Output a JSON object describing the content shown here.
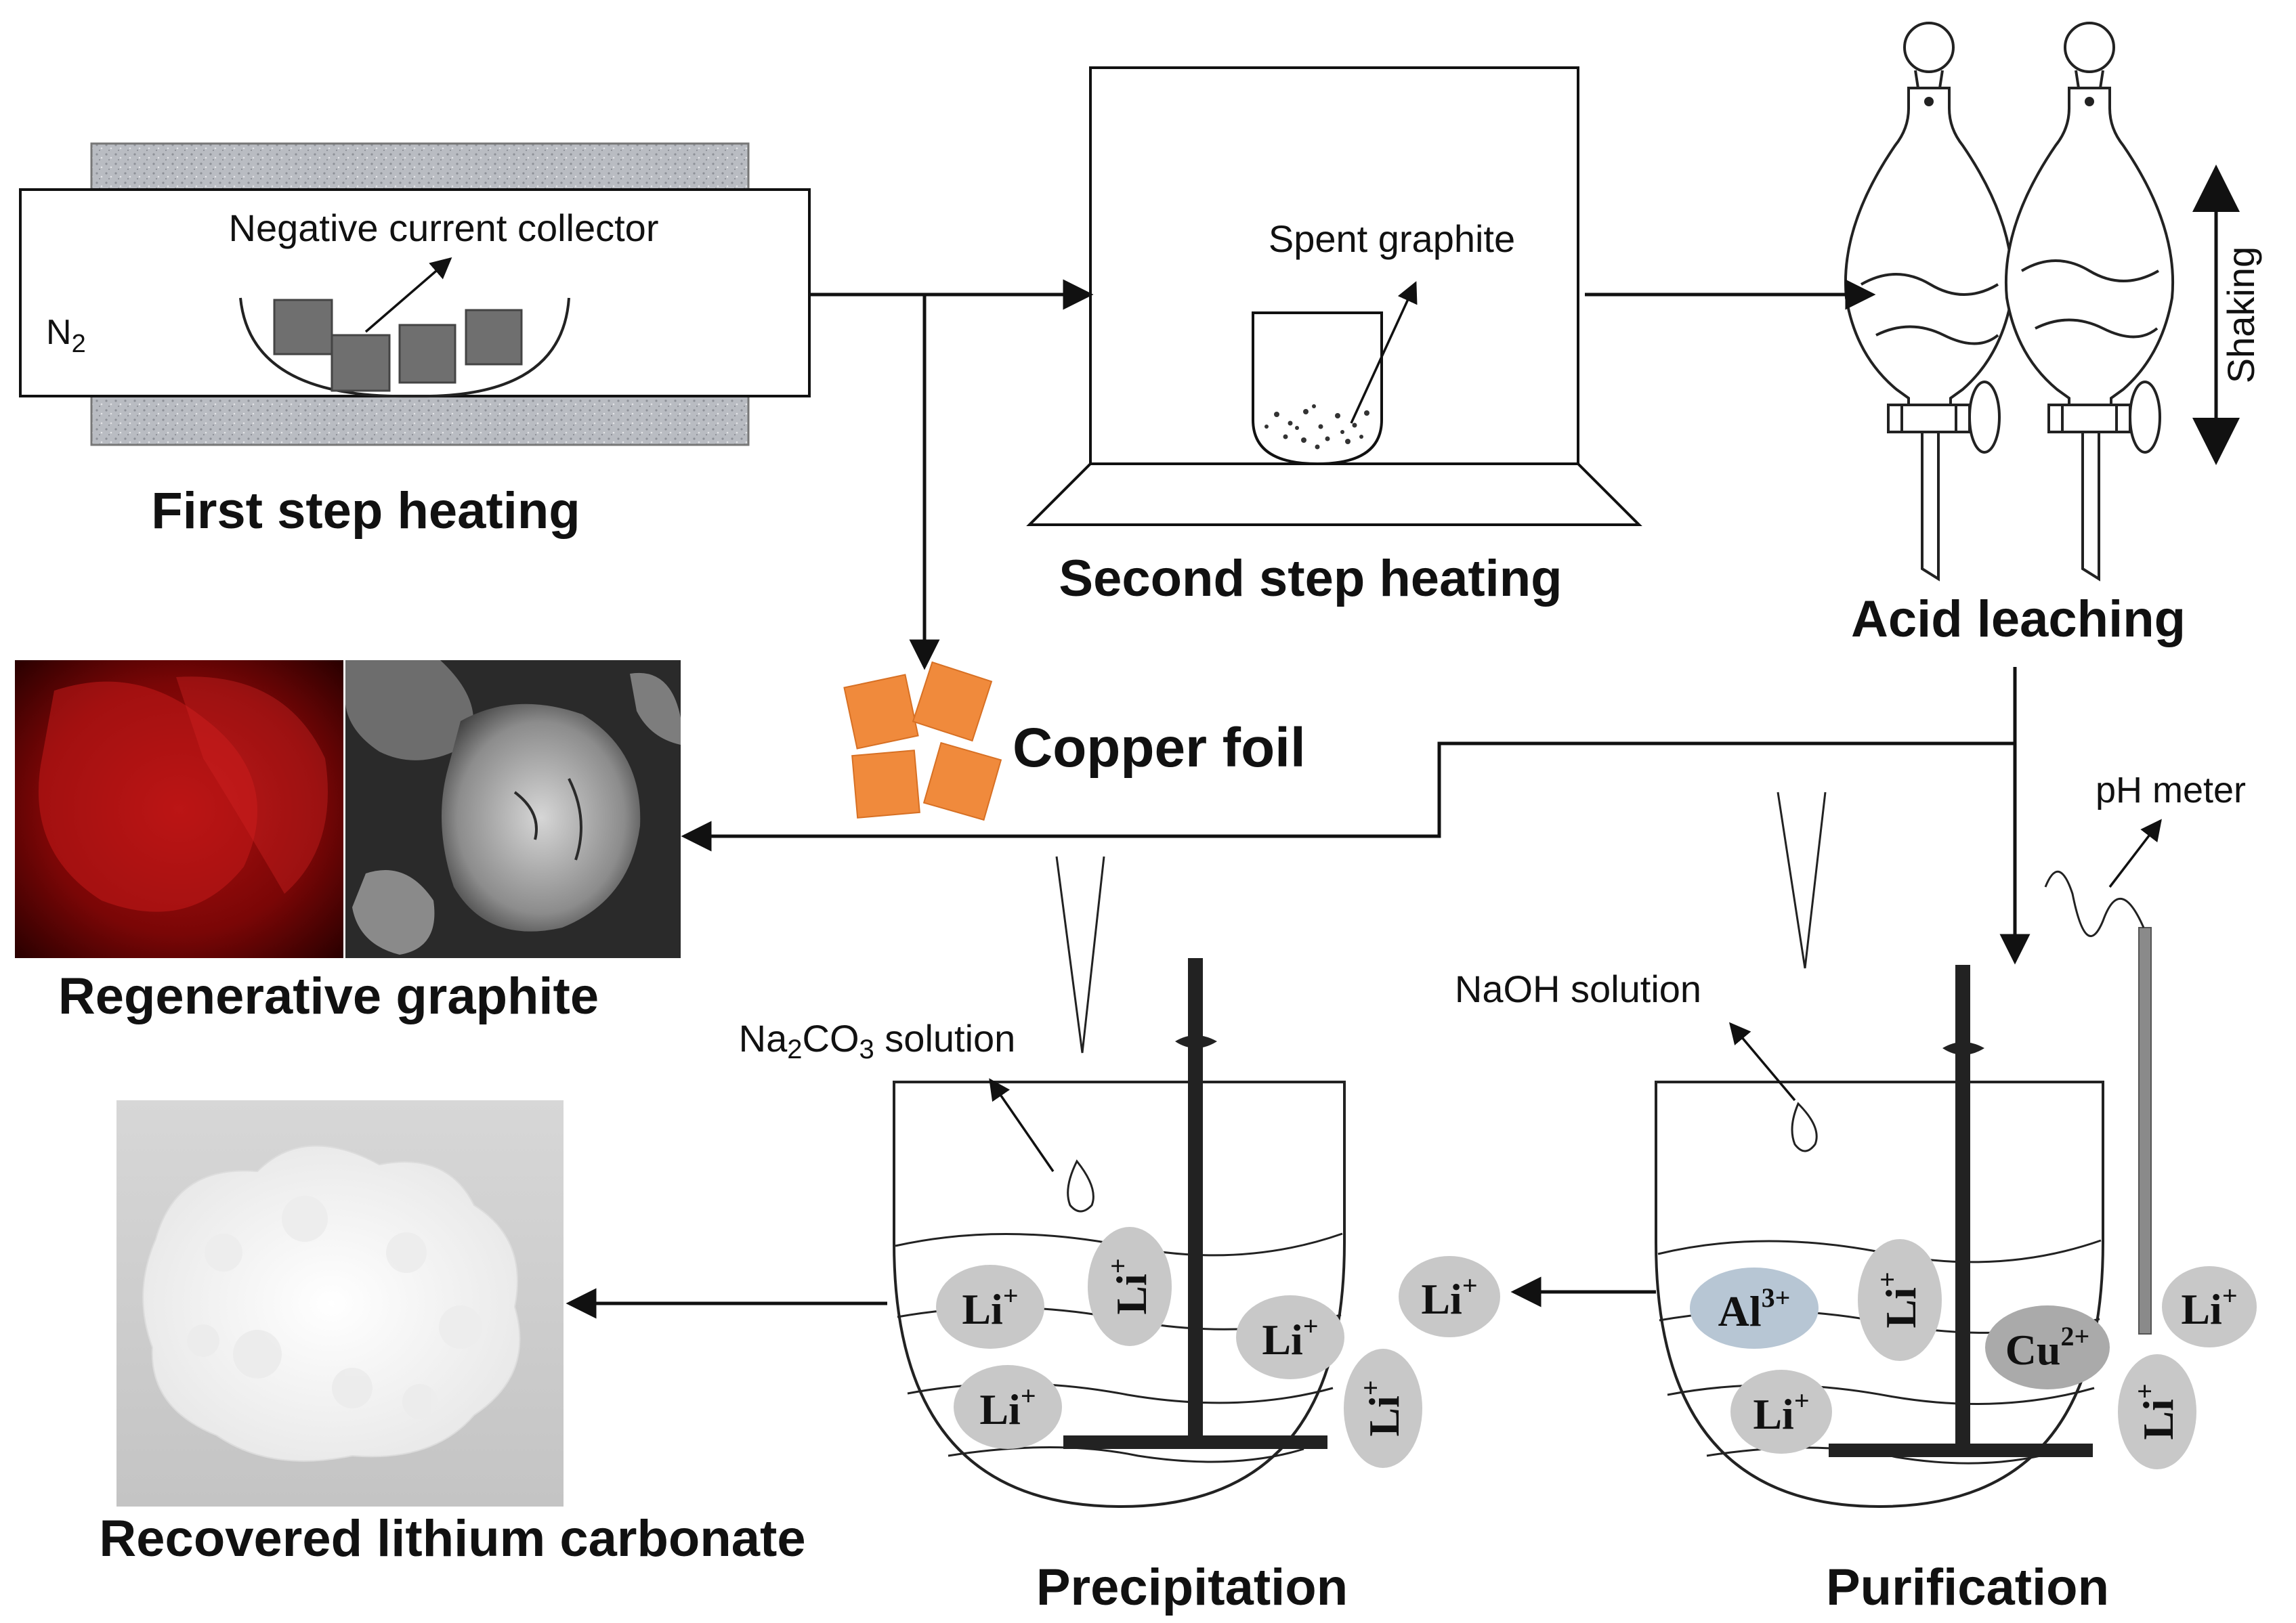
{
  "first_step": {
    "title": "First step heating",
    "gas": "N",
    "gas_sub": "2",
    "collector_label": "Negative current collector"
  },
  "second_step": {
    "title": "Second step heating",
    "graphite_label": "Spent graphite"
  },
  "acid_leaching": {
    "title": "Acid leaching",
    "shaking_label": "Shaking"
  },
  "copper": {
    "label": "Copper foil",
    "color": "#f08a3c"
  },
  "regenerative": {
    "title": "Regenerative graphite"
  },
  "purification": {
    "title": "Purification",
    "reagent": "NaOH solution",
    "meter_label": "pH meter",
    "ions": [
      {
        "sym": "Al",
        "charge": "3+",
        "fill": "#b7c6d4"
      },
      {
        "sym": "Li",
        "charge": "+",
        "fill": "#c8c8c8"
      },
      {
        "sym": "Cu",
        "charge": "2+",
        "fill": "#aaaaaa"
      },
      {
        "sym": "Li",
        "charge": "+",
        "fill": "#c8c8c8"
      },
      {
        "sym": "Li",
        "charge": "+",
        "fill": "#c8c8c8"
      },
      {
        "sym": "Li",
        "charge": "+",
        "fill": "#c8c8c8"
      }
    ]
  },
  "precipitation": {
    "title": "Precipitation",
    "reagent_a": "Na",
    "reagent_sub1": "2",
    "reagent_b": "CO",
    "reagent_sub2": "3",
    "reagent_c": " solution",
    "ions": [
      {
        "sym": "Li",
        "charge": "+",
        "fill": "#c8c8c8"
      },
      {
        "sym": "Li",
        "charge": "+",
        "fill": "#c8c8c8"
      },
      {
        "sym": "Li",
        "charge": "+",
        "fill": "#c8c8c8"
      },
      {
        "sym": "Li",
        "charge": "+",
        "fill": "#c8c8c8"
      },
      {
        "sym": "Li",
        "charge": "+",
        "fill": "#c8c8c8"
      },
      {
        "sym": "Li",
        "charge": "+",
        "fill": "#c8c8c8"
      }
    ]
  },
  "recovered": {
    "title": "Recovered lithium carbonate"
  }
}
